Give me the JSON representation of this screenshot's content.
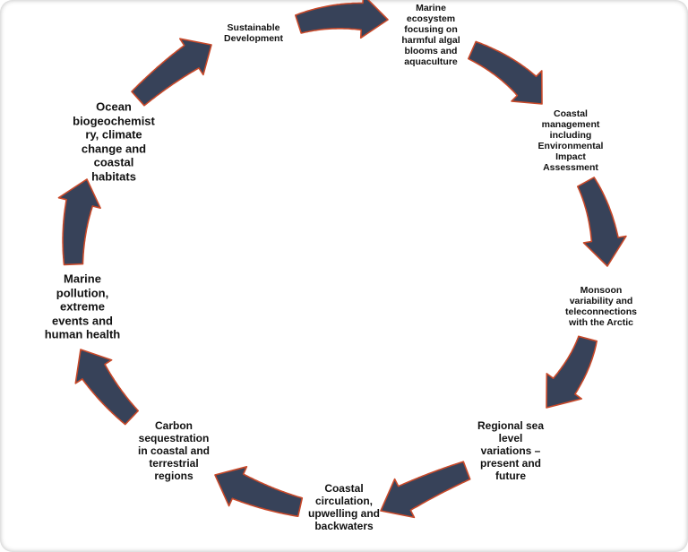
{
  "colors": {
    "arrow_fill": "#374259",
    "arrow_outline": "#c8492a",
    "text": "#111111",
    "background": "#ffffff"
  },
  "nodes": [
    {
      "id": "sustainable-development",
      "label": "Sustainable\nDevelopment"
    },
    {
      "id": "marine-ecosystem",
      "label": "Marine\necosystem\nfocusing on\nharmful algal\nblooms and\naquaculture"
    },
    {
      "id": "coastal-management",
      "label": "Coastal\nmanagement\nincluding\nEnvironmental\nImpact\nAssessment"
    },
    {
      "id": "monsoon-variability",
      "label": "Monsoon\nvariability and\nteleconnections\nwith the Arctic"
    },
    {
      "id": "regional-sea-level",
      "label": "Regional sea\nlevel\nvariations –\npresent and\nfuture"
    },
    {
      "id": "coastal-circulation",
      "label": "Coastal\ncirculation,\nupwelling and\nbackwaters"
    },
    {
      "id": "carbon-sequestration",
      "label": "Carbon\nsequestration\nin coastal and\nterrestrial\nregions"
    },
    {
      "id": "marine-pollution",
      "label": "Marine\npollution,\nextreme\nevents and\nhuman health"
    },
    {
      "id": "ocean-biogeochemistry",
      "label": "Ocean\nbiogeochemist\nry, climate\nchange and\ncoastal\nhabitats"
    }
  ]
}
